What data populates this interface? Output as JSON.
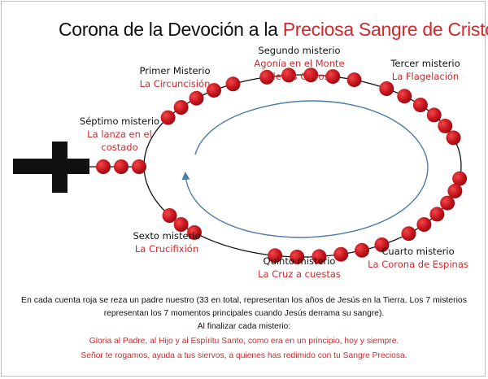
{
  "title": {
    "part1": "Corona de la Devoción  a la ",
    "part2": "Preciosa Sangre de Cristo"
  },
  "colors": {
    "accent": "#d3282b",
    "bead": "#c8151f",
    "cross": "#111111",
    "arrow": "#4a7ca8"
  },
  "mysteries": {
    "primero": {
      "label": "Primer Misterio",
      "name": "La Circuncisión"
    },
    "segundo": {
      "label": "Segundo misterio",
      "name1": "Agonía en el Monte",
      "name2": "de los Olivos"
    },
    "tercero": {
      "label": "Tercer misterio",
      "name": "La Flagelación"
    },
    "cuarto": {
      "label": "Cuarto misterio",
      "name": "La Corona de Espinas"
    },
    "quinto": {
      "label": "Quinto misterio",
      "name": "La Cruz a cuestas"
    },
    "sexto": {
      "label": "Sexto misterio",
      "name": "La Crucifixión"
    },
    "septimo": {
      "label": "Séptimo misterio",
      "name1": "La lanza en el",
      "name2": "costado"
    }
  },
  "footer": {
    "line1": "En cada cuenta roja se reza un padre nuestro (33 en total, representan los años de Jesús en la Tierra. Los 7 misterios",
    "line2": "representan los 7 momentos principales cuando Jesús derrama su sangre).",
    "line3": "Al finalizar cada misterio:",
    "prayer1": "Gloria al Padre, al Hijo y al Espíritu Santo, como era en un principio, hoy y siempre.",
    "prayer2": "Señor te rogamos, ayuda a tus siervos, a quienes has redimido con tu Sangre Preciosa."
  }
}
